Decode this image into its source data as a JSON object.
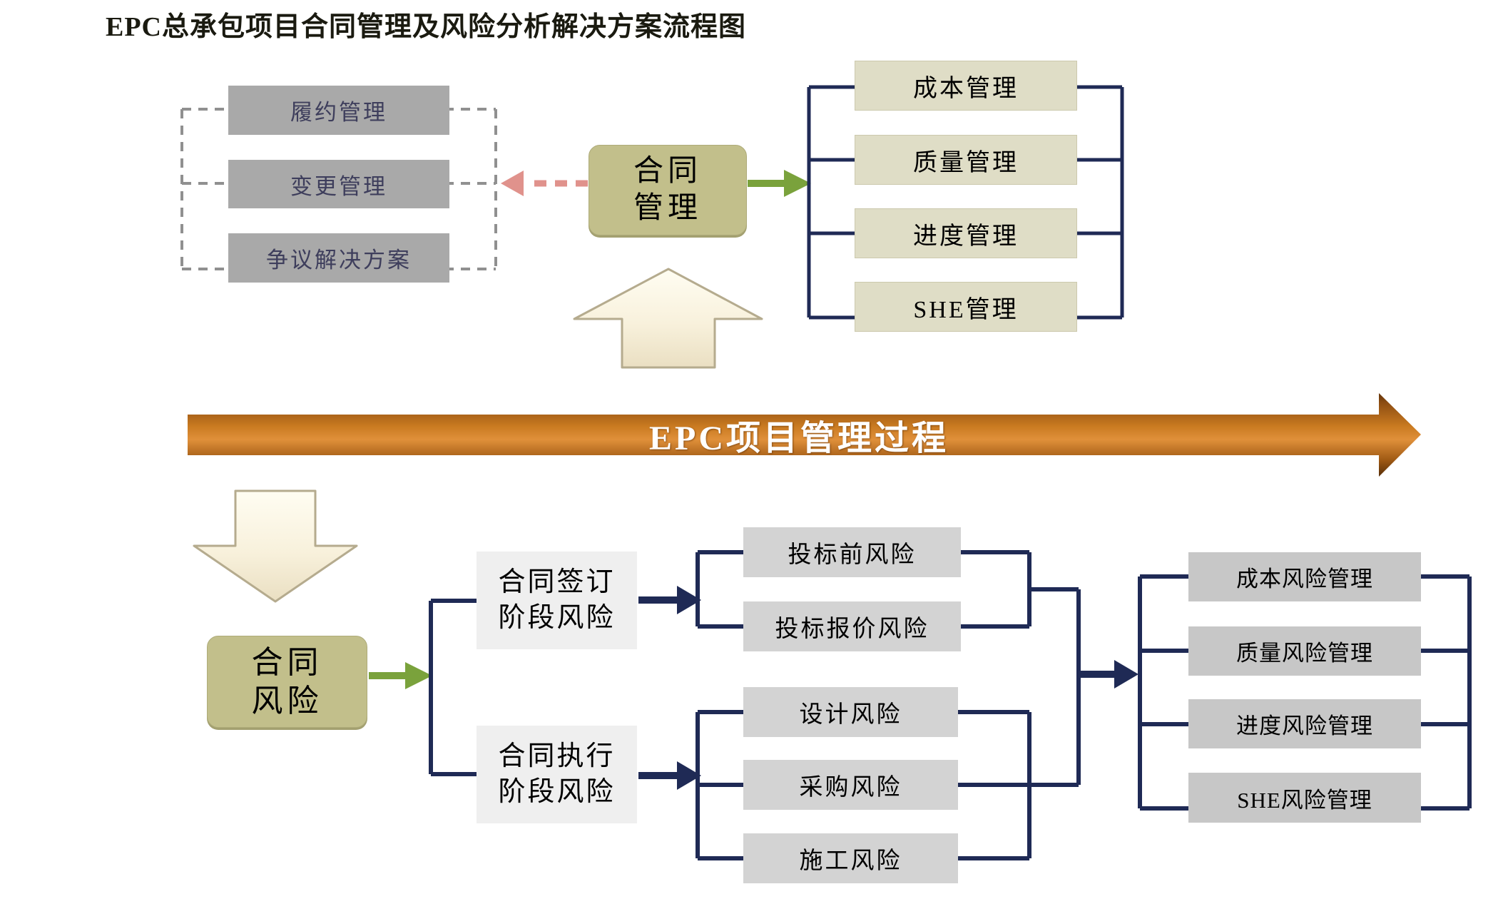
{
  "title": "EPC总承包项目合同管理及风险分析解决方案流程图",
  "top": {
    "left_boxes": [
      "履约管理",
      "变更管理",
      "争议解决方案"
    ],
    "hub": {
      "line1": "合同",
      "line2": "管理"
    },
    "right_boxes": [
      "成本管理",
      "质量管理",
      "进度管理",
      "SHE管理"
    ]
  },
  "process_arrow": {
    "label": "EPC项目管理过程"
  },
  "bottom": {
    "hub": {
      "line1": "合同",
      "line2": "风险"
    },
    "stages": [
      {
        "line1": "合同签订",
        "line2": "阶段风险"
      },
      {
        "line1": "合同执行",
        "line2": "阶段风险"
      }
    ],
    "signing_risks": [
      "投标前风险",
      "投标报价风险"
    ],
    "execution_risks": [
      "设计风险",
      "采购风险",
      "施工风险"
    ],
    "risk_mgmt_boxes": [
      "成本风险管理",
      "质量风险管理",
      "进度风险管理",
      "SHE风险管理"
    ]
  },
  "colors": {
    "navy": "#1f2a55",
    "green": "#7aa23c",
    "pink": "#e0928c",
    "khaki_hub": "#c2bf8b",
    "tan_box": "#dfddc6",
    "gray_dark_box": "#a9a9a9",
    "gray_mid_box": "#d3d3d3",
    "gray_col_box": "#c7c7c7",
    "light_box": "#efefef",
    "cream_arrow": "#f8f1de",
    "orange": "#c9781f"
  }
}
